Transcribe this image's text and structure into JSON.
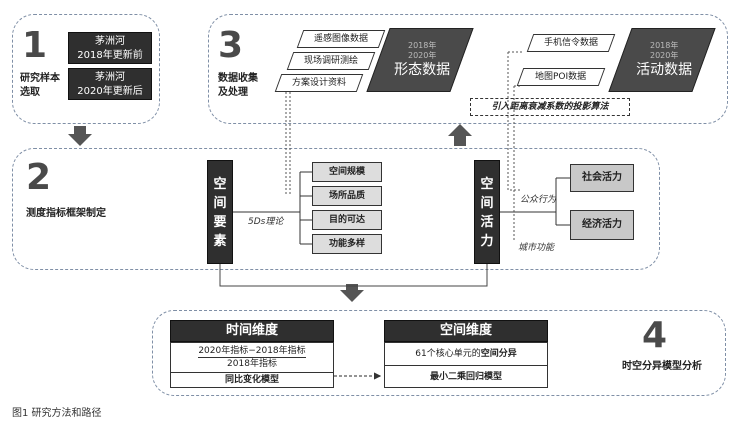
{
  "panel1": {
    "num": "1",
    "label_lines": [
      "研究样本",
      "选取"
    ],
    "box_a": [
      "茅洲河",
      "2018年更新前"
    ],
    "box_b": [
      "茅洲河",
      "2020年更新后"
    ]
  },
  "panel2": {
    "num": "2",
    "label": "测度指标框架制定",
    "left_vertical": "空间要素",
    "theory": "5Ds理论",
    "categories": [
      "空间规模",
      "场所品质",
      "目的可达",
      "功能多样"
    ],
    "right_vertical": "空间活力",
    "branch_a": "公众行为",
    "branch_b": "城市功能",
    "vital_a": "社会活力",
    "vital_b": "经济活力"
  },
  "panel3": {
    "num": "3",
    "label_lines": [
      "数据收集",
      "及处理"
    ],
    "morph_items": [
      "遥感图像数据",
      "现场调研测绘",
      "方案设计资料"
    ],
    "morph_block": {
      "years": [
        "2018年",
        "2020年"
      ],
      "title": "形态数据"
    },
    "act_items": [
      "手机信令数据",
      "地图POI数据"
    ],
    "act_block": {
      "years": [
        "2018年",
        "2020年"
      ],
      "title": "活动数据"
    },
    "algorithm": "引入距离衰减系数的投影算法"
  },
  "panel4": {
    "num": "4",
    "label": "时空分异模型分析",
    "time": {
      "header": "时间维度",
      "line1": "2020年指标−2018年指标",
      "line2": "2018年指标",
      "model": "同比变化模型"
    },
    "space": {
      "header": "空间维度",
      "line1_pre": "61个核心单元的",
      "line1_bold": "空间分异",
      "model": "最小二乘回归模型"
    }
  },
  "caption": "图1  研究方法和路径"
}
